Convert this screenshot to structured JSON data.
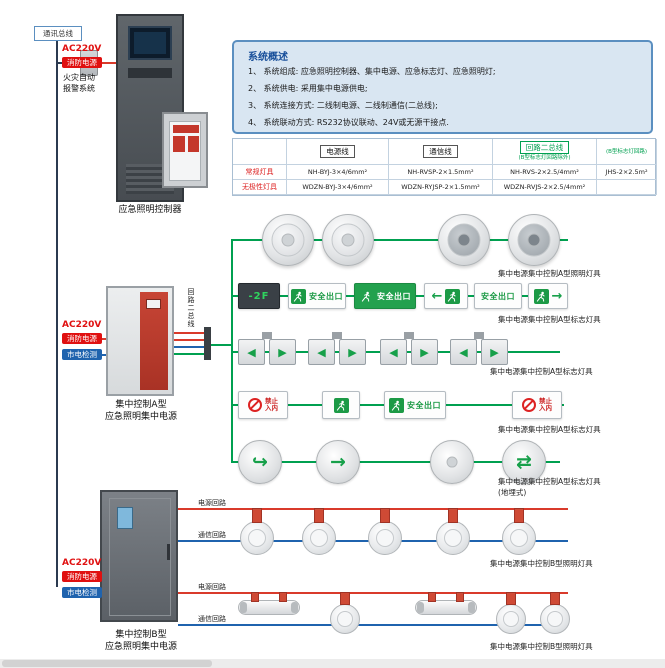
{
  "bus": {
    "comm": "通讯总线",
    "loop": "回路二总线",
    "power_loop": "电源回路",
    "comm_loop": "通信回路"
  },
  "source": {
    "ac": "AC220V",
    "fire": "消防电源",
    "alarm1": "火灾自动",
    "alarm2": "报警系统",
    "mains": "市电检测"
  },
  "cabinets": {
    "controller": "应急照明控制器",
    "a_name1": "集中控制A型",
    "a_name2": "应急照明集中电源",
    "b_name1": "集中控制B型",
    "b_name2": "应急照明集中电源"
  },
  "overview": {
    "title": "系统概述",
    "items": [
      "1、 系统组成: 应急照明控制器、集中电源、应急标志灯、应急照明灯;",
      "2、 系统供电: 采用集中电源供电;",
      "3、 系统连接方式: 二线制电源、二线制通信(二总线);",
      "4、 系统联动方式: RS232协议联动、24V或无源干接点."
    ]
  },
  "table": {
    "h_power": "电源线",
    "h_comm": "通信线",
    "h_loop": "回路二总线",
    "note1": "(B型标志灯回路除外)",
    "note2": "(B型标志灯回路)",
    "rows": [
      {
        "label": "常规灯具",
        "power": "NH-BYJ-3×4/6mm²",
        "comm": "NH-RVSP-2×1.5mm²",
        "loop1": "NH-RVS-2×2.5/4mm²",
        "loop2": "JHS-2×2.5m²"
      },
      {
        "label": "无极性灯具",
        "power": "WDZN-BYJ-3×4/6mm²",
        "comm": "WDZN-RYJSP-2×1.5mm²",
        "loop1": "WDZN-RVJS-2×2.5/4mm²",
        "loop2": ""
      }
    ]
  },
  "signs": {
    "floor_level": "-2F",
    "exit": "安全出口",
    "no_entry_top": "禁止",
    "no_entry_bottom": "入内"
  },
  "labels": {
    "r1": "集中电源集中控制A型照明灯具",
    "r2": "集中电源集中控制A型标志灯具",
    "r3": "集中电源集中控制A型标志灯具",
    "r4": "集中电源集中控制A型标志灯具",
    "r5": "集中电源集中控制A型标志灯具",
    "r5_sub": "(地埋式)",
    "b_row1": "集中电源集中控制B型照明灯具",
    "b_row2": "集中电源集中控制B型照明灯具"
  },
  "icons": {
    "arrow_left": "←",
    "arrow_right": "→",
    "tri_left": "◀",
    "tri_right": "▶",
    "arrow_curve": "↪",
    "arrow_double": "⇄"
  },
  "colors": {
    "loop_green": "#00a050",
    "power_red": "#d93a2b",
    "comm_blue": "#1f63ae",
    "accent_blue": "#5b8fc0"
  }
}
